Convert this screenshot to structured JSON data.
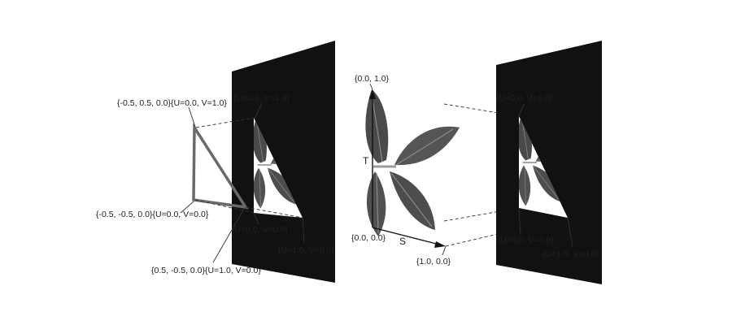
{
  "left": {
    "vertex_top": "{-0.5, 0.5, 0.0}{U=0.0, V=1.0}",
    "vertex_bottom_left": "{-0.5, -0.5, 0.0}{U=0.0, V=0.0}",
    "vertex_bottom_right": "{0.5, -0.5, 0.0}{U=1.0, V=0.0}",
    "panel_top": "{U=0.0, V=1.0}",
    "panel_bottom_left": "{U=0.0, V=0.0}",
    "panel_bottom_right": "{U=1.0, V=0.0}"
  },
  "texture": {
    "origin": "{0.0, 0.0}",
    "t_max": "{0.0, 1.0}",
    "s_max": "{1.0, 0.0}",
    "t_axis": "T",
    "s_axis": "S"
  },
  "right": {
    "panel_top": "{U=0.0, V=1.0}",
    "panel_bottom_left": "{U=0.0, V=0.0}",
    "panel_bottom_right": "{U=1.0, V=0.0}"
  },
  "colors": {
    "panel": "#111111",
    "triangle_edge": "#6a6a6a",
    "leaf": "#4a4a4a",
    "leaf_vein": "#9a9a9a"
  }
}
